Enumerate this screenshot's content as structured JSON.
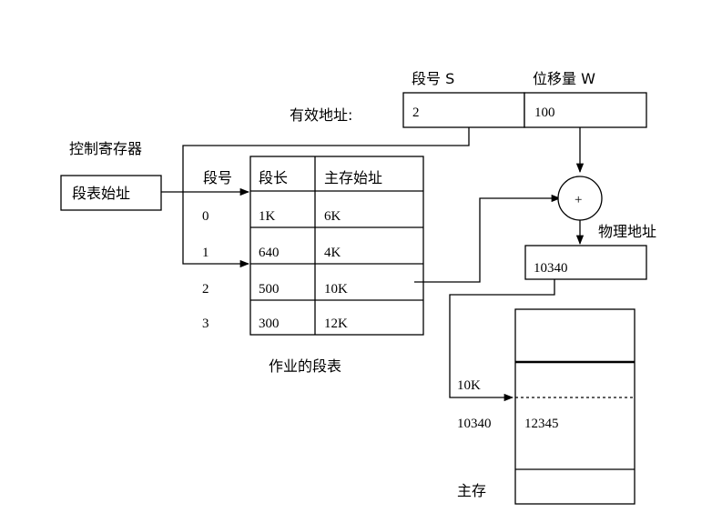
{
  "address": {
    "label": "有效地址:",
    "seg_header": "段号 S",
    "off_header": "位移量 W",
    "seg_value": "2",
    "off_value": "100"
  },
  "register": {
    "title": "控制寄存器",
    "content": "段表始址"
  },
  "segtable": {
    "caption": "作业的段表",
    "headers": [
      "段号",
      "段长",
      "主存始址"
    ],
    "rows": [
      {
        "num": "0",
        "len": "1K",
        "start": "6K"
      },
      {
        "num": "1",
        "len": "640",
        "start": "4K"
      },
      {
        "num": "2",
        "len": "500",
        "start": "10K"
      },
      {
        "num": "3",
        "len": "300",
        "start": "12K"
      }
    ]
  },
  "adder": {
    "symbol": "+"
  },
  "physical": {
    "label": "物理地址",
    "value": "10340"
  },
  "memory": {
    "start_label": "10K",
    "addr_label": "10340",
    "content": "12345",
    "caption": "主存"
  }
}
